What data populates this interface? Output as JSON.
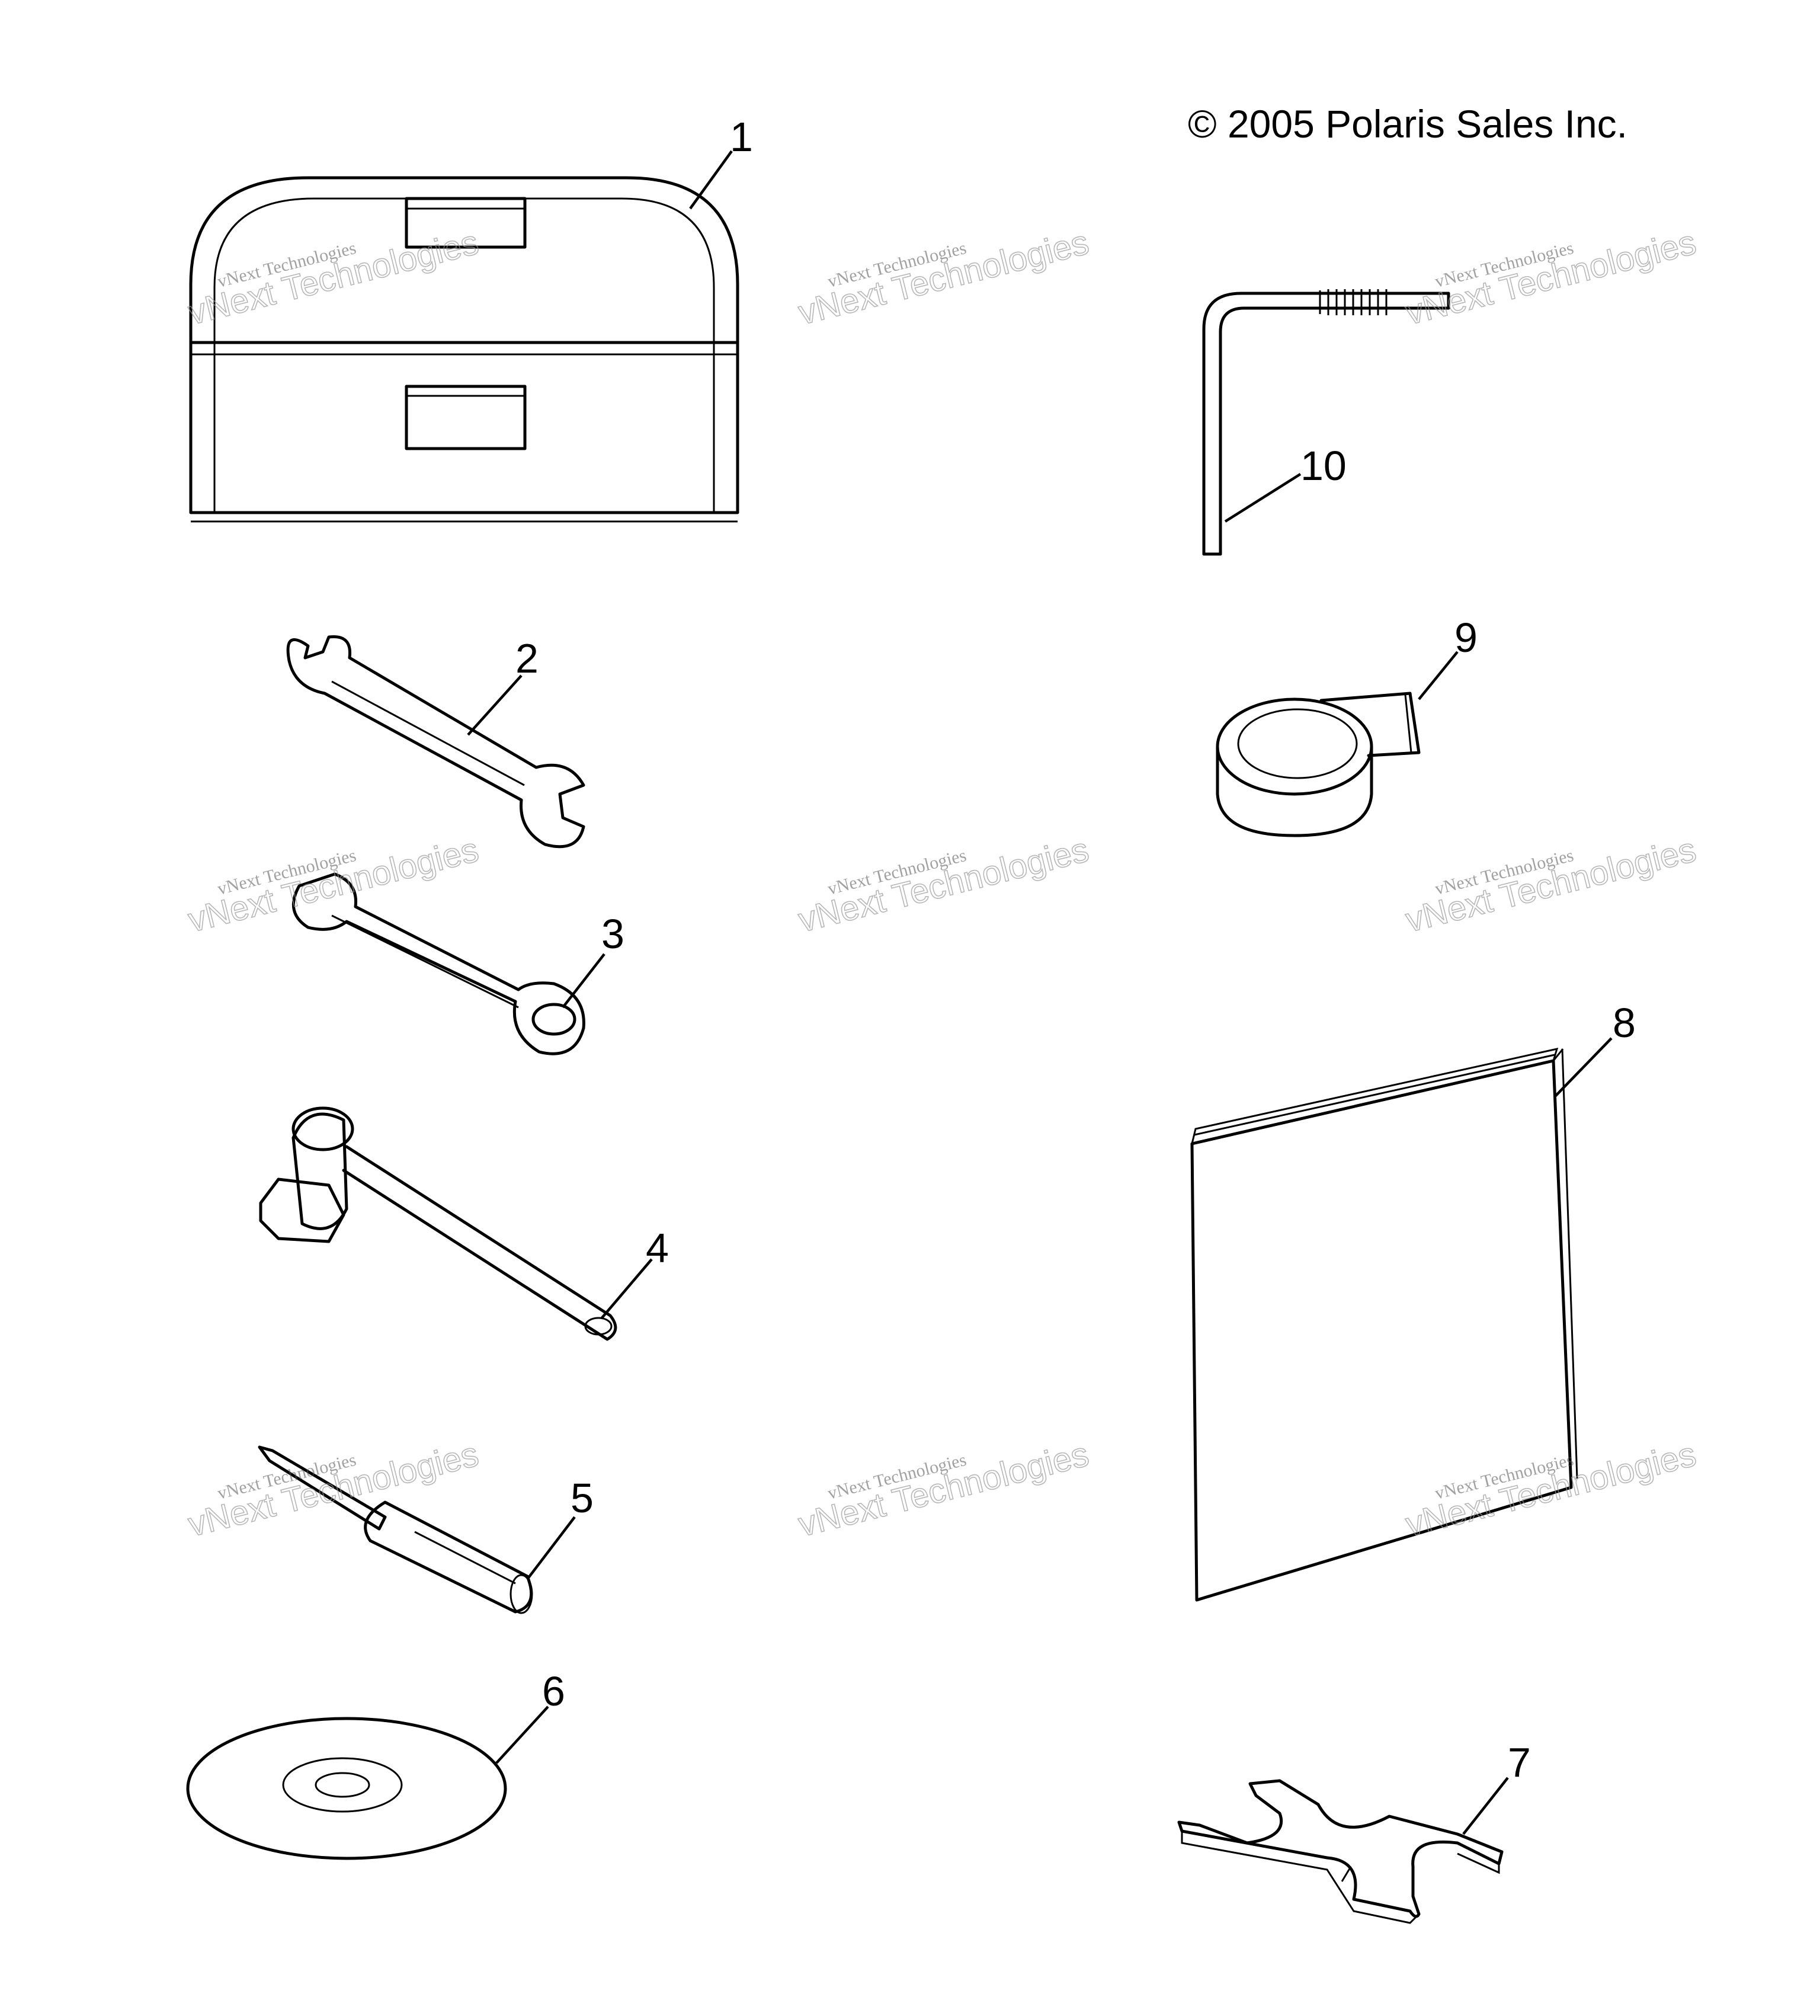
{
  "copyright": "© 2005 Polaris Sales Inc.",
  "watermark": {
    "line1": "vNext Technologies",
    "line2": "vNext Technologies"
  },
  "callouts": {
    "c1": "1",
    "c2": "2",
    "c3": "3",
    "c4": "4",
    "c5": "5",
    "c6": "6",
    "c7": "7",
    "c8": "8",
    "c9": "9",
    "c10": "10"
  }
}
